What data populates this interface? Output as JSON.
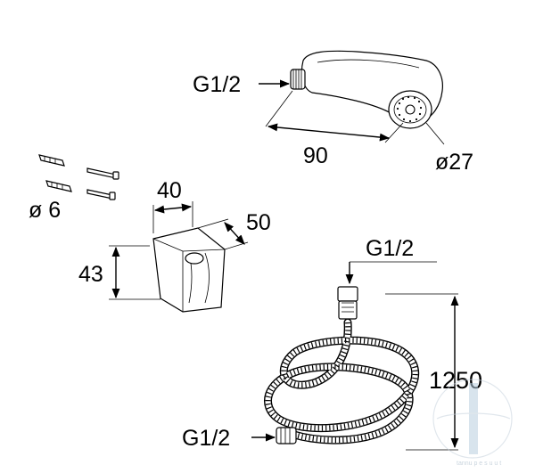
{
  "handshower": {
    "thread_label": "G1/2",
    "length_label": "90",
    "diameter_label": "ø27"
  },
  "anchors": {
    "diameter_label": "ø 6"
  },
  "bracket": {
    "width_label": "40",
    "depth_label": "50",
    "height_label": "43"
  },
  "hose": {
    "top_thread_label": "G1/2",
    "length_label": "1250",
    "bottom_thread_label": "G1/2"
  },
  "watermark": {
    "text": "tannu p e s u u t"
  },
  "colors": {
    "line": "#000000",
    "background": "#ffffff",
    "watermark": "#9fb3c4"
  }
}
